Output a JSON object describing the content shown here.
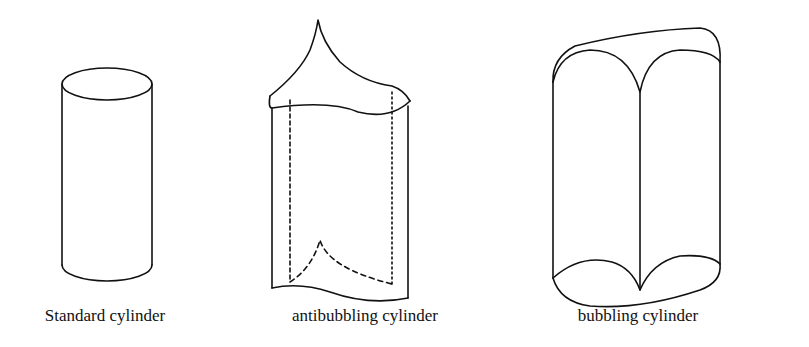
{
  "diagram": {
    "labels": [
      "Standard cylinder",
      "antibubbling cylinder",
      "bubbling cylinder"
    ]
  }
}
